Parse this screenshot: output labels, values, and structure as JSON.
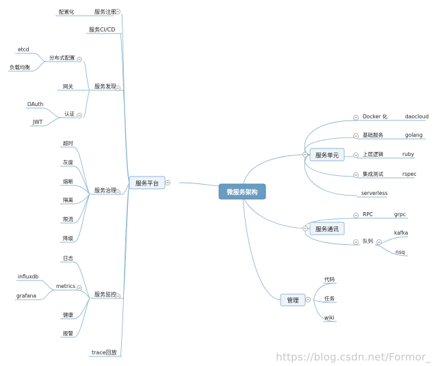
{
  "root": "微服务架构",
  "platform": {
    "label": "服务平台",
    "registry": {
      "label": "服务注册",
      "config": "配置化"
    },
    "cicd": "服务CI/CD",
    "discovery": {
      "label": "服务发现",
      "distributed_config": {
        "label": "分布式配置",
        "children": [
          "etcd",
          "负载均衡"
        ]
      },
      "gateway": "网关",
      "auth": {
        "label": "认证",
        "children": [
          "OAuth",
          "JWT"
        ]
      }
    },
    "governance": {
      "label": "服务治理",
      "children": [
        "超时",
        "灰度",
        "熔断",
        "隔离",
        "限流",
        "降级"
      ]
    },
    "monitoring": {
      "label": "服务监控",
      "log": "日志",
      "metrics": {
        "label": "metrics",
        "children": [
          "influxdb",
          "grafana"
        ]
      },
      "health": "健康",
      "alert": "报警"
    },
    "trace": "trace回放"
  },
  "units": {
    "label": "服务单元",
    "items": [
      {
        "label": "Docker 化",
        "tool": "daocloud"
      },
      {
        "label": "基础服务",
        "tool": "golang"
      },
      {
        "label": "上层逻辑",
        "tool": "ruby"
      },
      {
        "label": "集成测试",
        "tool": "rspec"
      },
      {
        "label": "serverless",
        "tool": ""
      }
    ]
  },
  "comm": {
    "label": "服务通讯",
    "rpc": {
      "label": "RPC",
      "tool": "grpc"
    },
    "queue": {
      "label": "队列",
      "children": [
        "kafka",
        "nsq"
      ]
    }
  },
  "manage": {
    "label": "管理",
    "children": [
      "代码",
      "任务",
      "wiki"
    ]
  },
  "watermark": "https://blog.csdn.net/Formor_"
}
